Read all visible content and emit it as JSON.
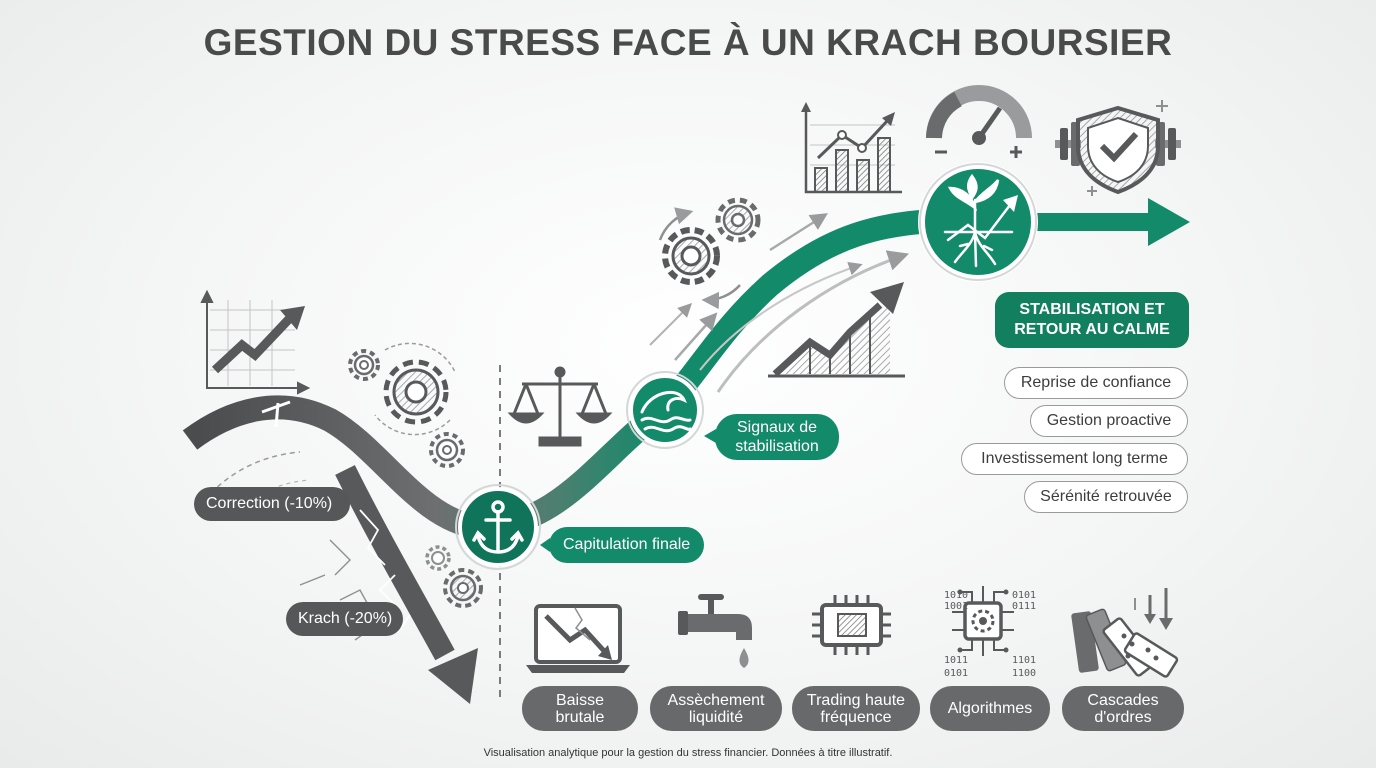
{
  "title": "GESTION DU STRESS FACE À UN KRACH BOURSIER",
  "stages": {
    "correction": "Correction (-10%)",
    "krach": "Krach (-20%)",
    "capitulation": "Capitulation finale",
    "signaux": "Signaux de stabilisation",
    "stabilisation": "STABILISATION ET RETOUR AU CALME"
  },
  "outcomes": [
    "Reprise de confiance",
    "Gestion proactive",
    "Investissement long terme",
    "Sérénité retrouvée"
  ],
  "causes": [
    {
      "label": "Baisse brutale",
      "icon": "falling-laptop-icon"
    },
    {
      "label": "Assèchement liquidité",
      "icon": "faucet-icon"
    },
    {
      "label": "Trading haute fréquence",
      "icon": "chip-icon"
    },
    {
      "label": "Algorithmes",
      "icon": "algorithm-icon"
    },
    {
      "label": "Cascades d'ordres",
      "icon": "dominoes-icon"
    }
  ],
  "binary_text": {
    "left_top": "1010\n1001",
    "right_top": "0101\n0111",
    "left_bottom": "1011\n0101",
    "right_bottom": "1101\n1100"
  },
  "footer": "Visualisation analytique pour la gestion du stress financier. Données à titre illustratif.",
  "colors": {
    "green": "#138a6a",
    "dark_green": "#0f7459",
    "gray_dark": "#555759",
    "gray_mid": "#8e8f91"
  }
}
